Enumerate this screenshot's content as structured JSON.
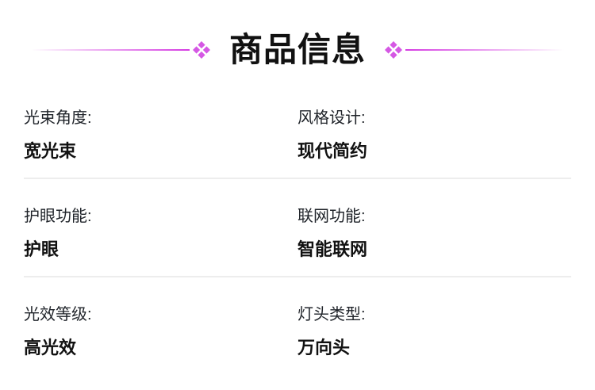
{
  "colors": {
    "page_bg": "#ffffff",
    "accent": "#d53ce2",
    "accent_light": "#d558e4",
    "divider": "#ededed"
  },
  "header": {
    "title": "商品信息"
  },
  "fields": [
    {
      "label": "光束角度:",
      "value": "宽光束"
    },
    {
      "label": "风格设计:",
      "value": "现代简约"
    },
    {
      "label": "护眼功能:",
      "value": "护眼"
    },
    {
      "label": "联网功能:",
      "value": "智能联网"
    },
    {
      "label": "光效等级:",
      "value": "高光效"
    },
    {
      "label": "灯头类型:",
      "value": "万向头"
    }
  ]
}
